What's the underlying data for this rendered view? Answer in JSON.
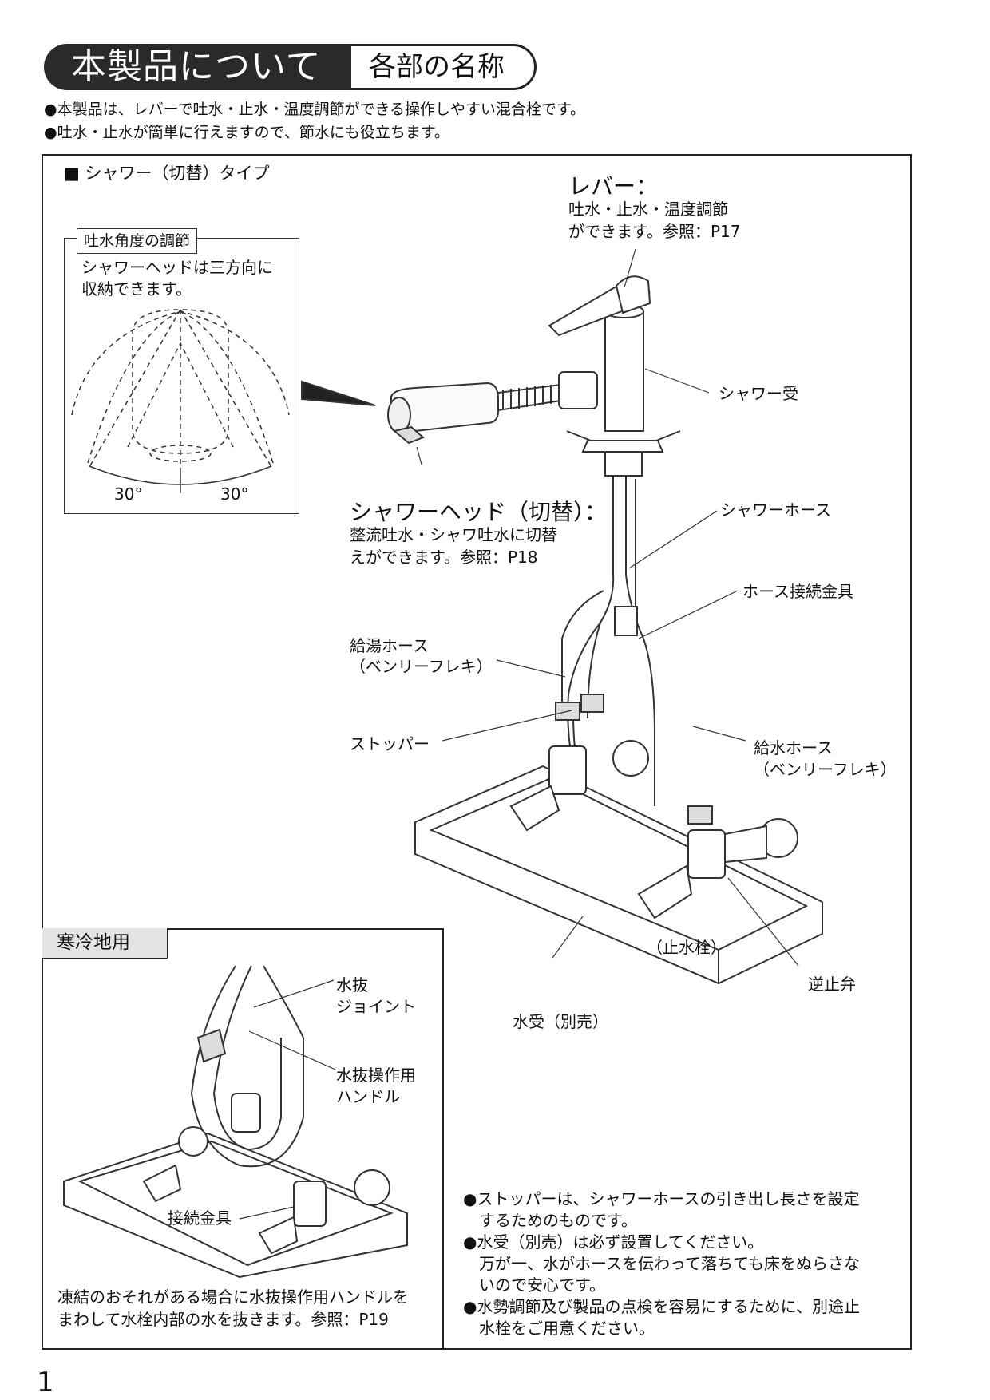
{
  "header": {
    "title": "本製品について",
    "subtitle": "各部の名称"
  },
  "intro": [
    "●本製品は、レバーで吐水・止水・温度調節ができる操作しやすい混合栓です。",
    "●吐水・止水が簡単に行えますので、節水にも役立ちます。"
  ],
  "main": {
    "type_heading": "■ シャワー（切替）タイプ",
    "inset": {
      "title": "吐水角度の調節",
      "text": [
        "シャワーヘッドは三方向に",
        "収納できます。"
      ],
      "angle_left": "30°",
      "angle_right": "30°"
    },
    "labels": {
      "lever_title": "レバー：",
      "lever_desc": [
        "吐水・止水・温度調節",
        "ができます。参照：P17"
      ],
      "shower_receiver": "シャワー受",
      "shower_head_title": "シャワーヘッド（切替）：",
      "shower_head_desc": [
        "整流吐水・シャワ吐水に切替",
        "えができます。参照：P18"
      ],
      "shower_hose": "シャワーホース",
      "hose_fitting": "ホース接続金具",
      "hot_hose": [
        "給湯ホース",
        "（ベンリーフレキ）"
      ],
      "stopper": "ストッパー",
      "cold_hose": [
        "給水ホース",
        "（ベンリーフレキ）"
      ],
      "stop_valve": "（止水栓）",
      "check_valve": "逆止弁",
      "water_tray": "水受（別売）"
    }
  },
  "cold_region": {
    "title": "寒冷地用",
    "drain_joint": [
      "水抜",
      "ジョイント"
    ],
    "drain_handle": [
      "水抜操作用",
      "ハンドル"
    ],
    "fitting": "接続金具",
    "note": [
      "凍結のおそれがある場合に水抜操作用ハンドルを",
      "まわして水栓内部の水を抜きます。参照：P19"
    ]
  },
  "notes": [
    "●ストッパーは、シャワーホースの引き出し長さを設定",
    "　するためのものです。",
    "●水受（別売）は必ず設置してください。",
    "　万が一、水がホースを伝わって落ちても床をぬらさな",
    "　いので安心です。",
    "●水勢調節及び製品の点検を容易にするために、別途止",
    "　水栓をご用意ください。"
  ],
  "page_number": "1"
}
